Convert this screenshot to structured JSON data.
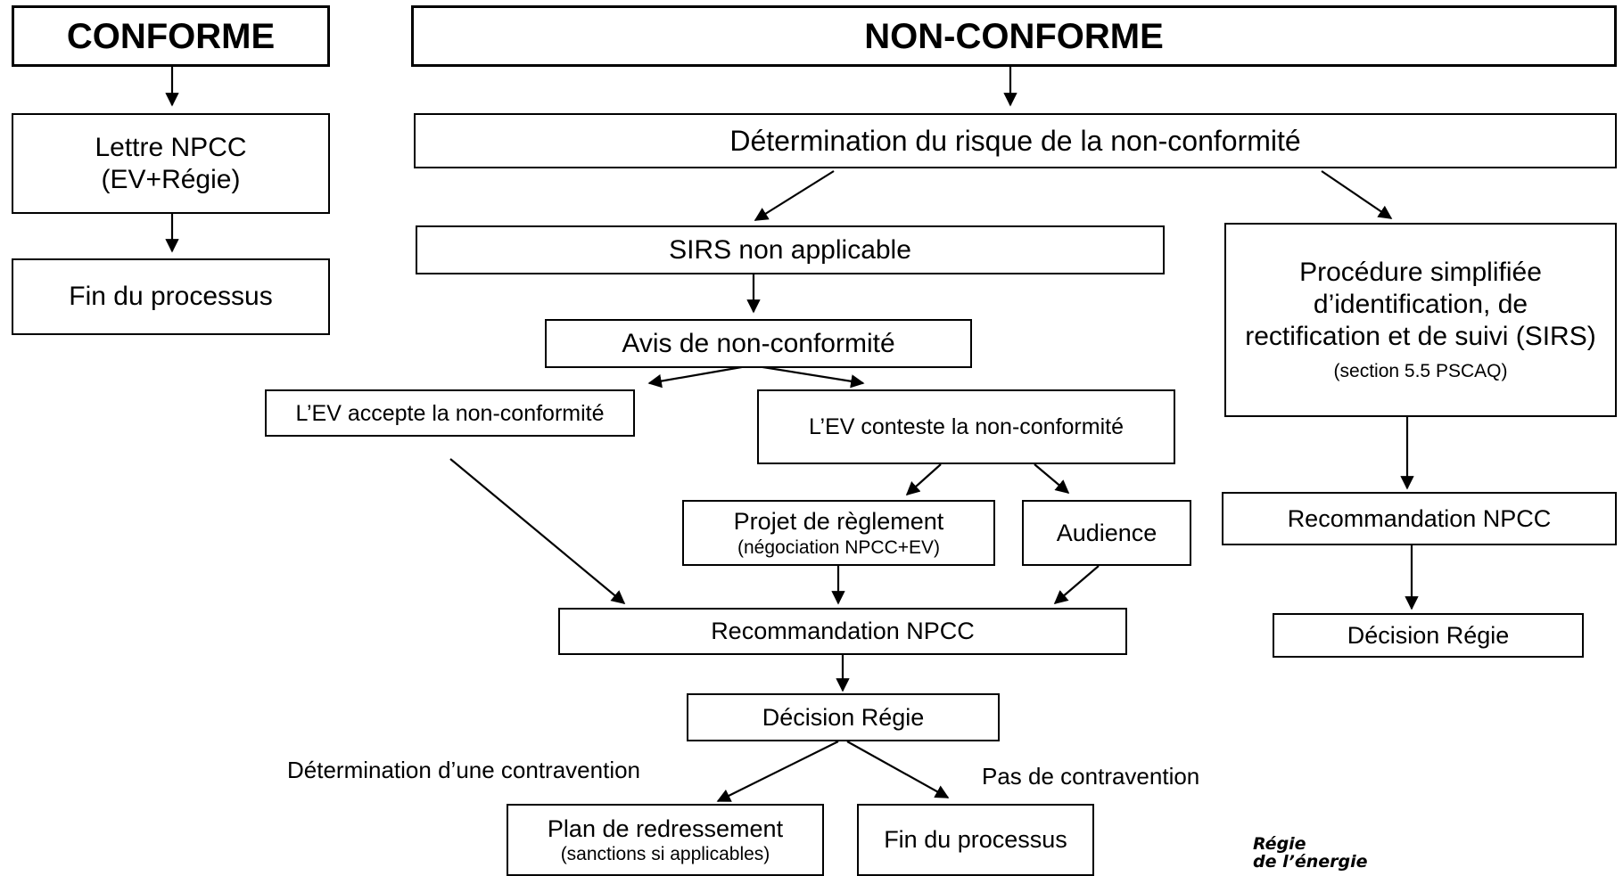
{
  "conforme": {
    "header": "CONFORME",
    "lettre": [
      "Lettre NPCC",
      "(EV+Régie)"
    ],
    "fin": "Fin du processus"
  },
  "nonconforme": {
    "header": "NON-CONFORME",
    "determination": "Détermination du risque de la non-conformité",
    "sirs_na": "SIRS non applicable",
    "avis": "Avis de non-conformité",
    "accepte": "L’EV accepte la non-conformité",
    "conteste": "L’EV conteste la non-conformité",
    "projet": "Projet de règlement",
    "projet_note": "(négociation NPCC+EV)",
    "audience": "Audience",
    "recommandation": "Recommandation NPCC",
    "decision": "Décision Régie",
    "label_contravention": "Détermination d’une contravention",
    "label_pas": "Pas de contravention",
    "plan": "Plan de redressement",
    "plan_note": "(sanctions si applicables)",
    "fin": "Fin du processus"
  },
  "sirs": {
    "lines": [
      "Procédure simplifiée",
      "d’identification, de",
      "rectification et de suivi (SIRS)"
    ],
    "note": "(section 5.5 PSCAQ)",
    "recommandation": "Recommandation NPCC",
    "decision": "Décision Régie"
  },
  "logo": [
    "Régie",
    "de l’énergie"
  ]
}
